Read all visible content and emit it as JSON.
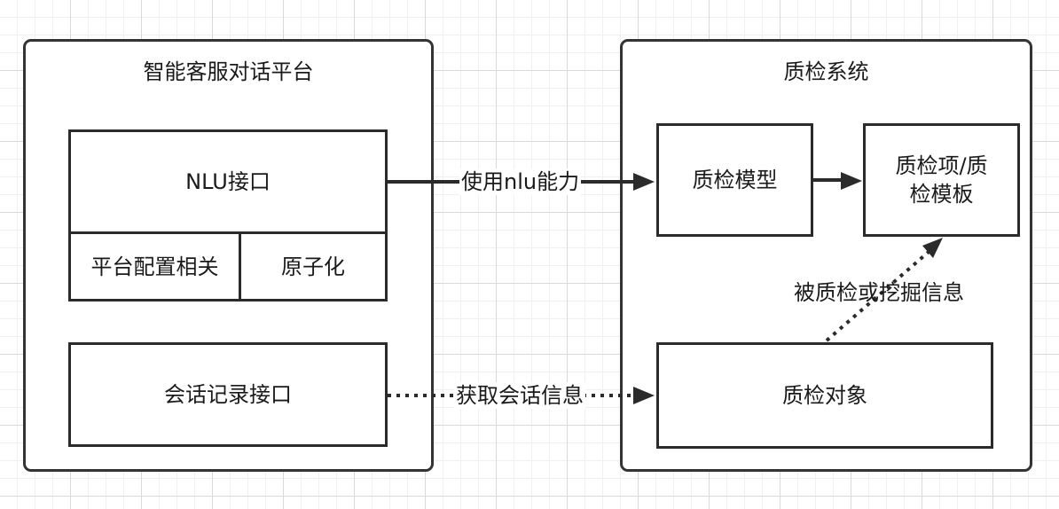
{
  "platform": {
    "title": "智能客服对话平台",
    "nlu": "NLU接口",
    "config": "平台配置相关",
    "atomic": "原子化",
    "session_api": "会话记录接口"
  },
  "qa_system": {
    "title": "质检系统",
    "model": "质检模型",
    "items_line1": "质检项/质",
    "items_line2": "检模板",
    "target": "质检对象"
  },
  "edges": {
    "use_nlu": "使用nlu能力",
    "get_session": "获取会话信息",
    "inspected": "被质检或挖掘信息"
  }
}
